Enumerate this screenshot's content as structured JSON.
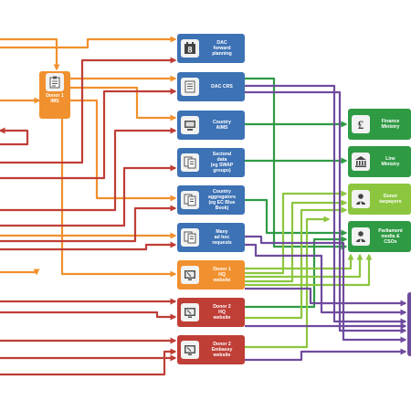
{
  "colors": {
    "blue": "#3d72b5",
    "orange": "#f1902e",
    "red": "#bf3e36",
    "dark_green": "#2f9a44",
    "light_green": "#8cc63f",
    "purple": "#6f4b9e"
  },
  "nodes": {
    "donor_ims": {
      "label": "Donor 1\nIMS",
      "icon": "clipboard-icon"
    },
    "dac_forward_planning": {
      "label": "DAC\nforward\nplanning",
      "icon": "calendar-icon"
    },
    "dac_crs": {
      "label": "DAC CRS",
      "icon": "document-icon"
    },
    "country_aims": {
      "label": "Country\nAIMS",
      "icon": "monitor-icon"
    },
    "sectoral_data": {
      "label": "Sectoral\ndata\n(eg SWAP\ngroups)",
      "icon": "documents-icon"
    },
    "country_aggregators": {
      "label": "Country\naggregators\n(eg EC Blue\nBook)",
      "icon": "documents-icon"
    },
    "many_ad_hoc": {
      "label": "Many\nad hoc\nrequests",
      "icon": "documents-icon"
    },
    "donor1_hq_website": {
      "label": "Donor 1\nHQ\nwebsite",
      "icon": "screen-icon"
    },
    "donor2_hq_website": {
      "label": "Donor 2\nHQ\nwebsite",
      "icon": "screen-icon"
    },
    "donor2_embassy_website": {
      "label": "Donor 2\nEmbassy\nwebsite",
      "icon": "screen-icon"
    },
    "finance_ministry": {
      "label": "Finance\nMinistry",
      "icon": "pound-icon"
    },
    "line_ministry": {
      "label": "Line\nMinistry",
      "icon": "building-icon"
    },
    "donor_taxpayers": {
      "label": "Donor\ntaxpayers",
      "icon": "person-icon"
    },
    "parliament_media_csos": {
      "label": "Parliament\nmedia &\nCSOs",
      "icon": "person-icon"
    }
  }
}
